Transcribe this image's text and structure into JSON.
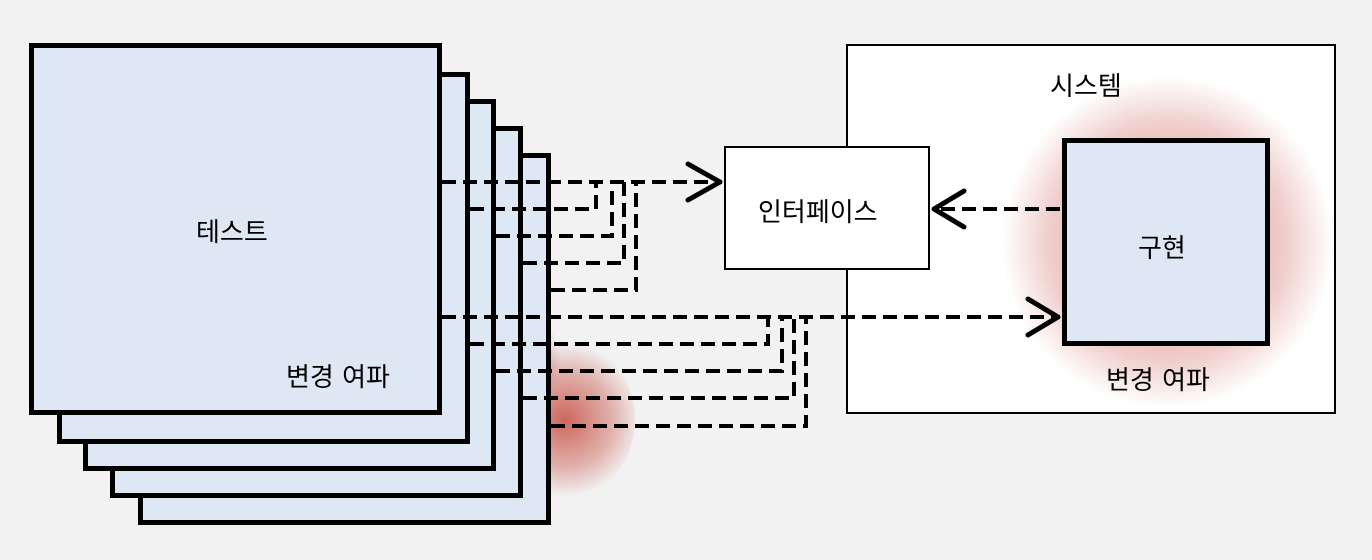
{
  "tests": {
    "title": "테스트",
    "ripple_label": "변경 여파"
  },
  "system": {
    "title": "시스템",
    "interface_label": "인터페이스",
    "implementation_label": "구현",
    "ripple_label": "변경 여파"
  },
  "colors": {
    "background": "#f2f2f2",
    "card_fill": "#dde8f4",
    "ripple_glow": "#c0392b"
  }
}
